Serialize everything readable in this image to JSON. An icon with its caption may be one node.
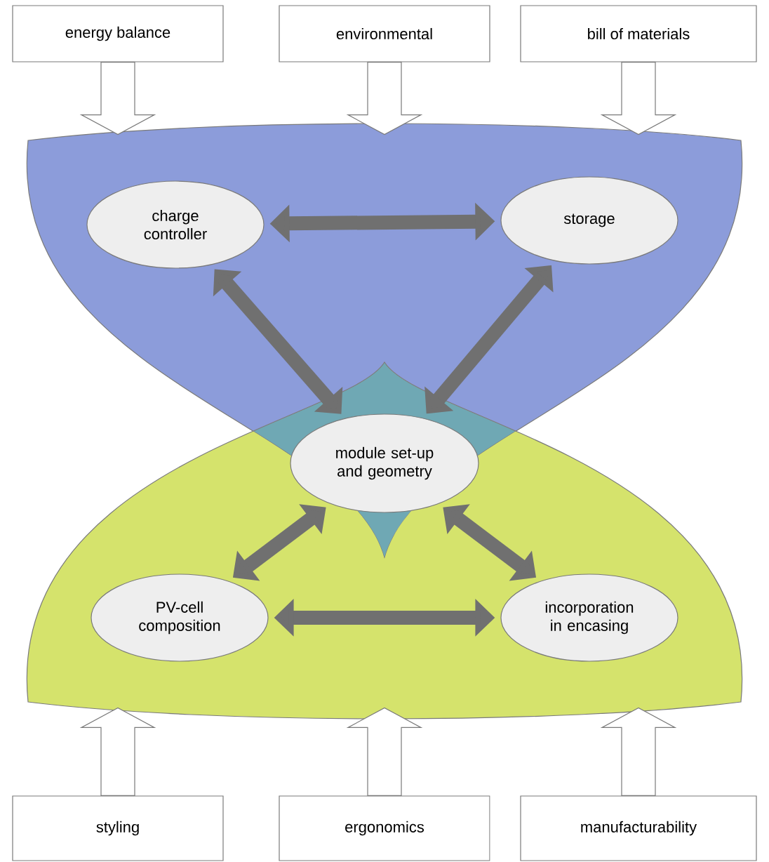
{
  "diagram": {
    "nodes": [
      {
        "text": [
          "energy balance"
        ]
      },
      {
        "text": [
          "environmental"
        ]
      },
      {
        "text": [
          "bill of materials"
        ]
      },
      {
        "text": [],
        "shape": "band"
      },
      {
        "text": [
          "charge controller"
        ],
        "in": 3
      },
      {
        "text": [
          "storage"
        ],
        "in": 3
      },
      {
        "text": [
          "module set-up and geometry"
        ]
      },
      {
        "text": [],
        "shape": "band"
      },
      {
        "text": [
          "PV-cell composition"
        ],
        "in": 7
      },
      {
        "text": [
          "incorporation in encasing"
        ],
        "in": 7
      },
      {
        "text": [
          "styling"
        ]
      },
      {
        "text": [
          "ergonomics"
        ]
      },
      {
        "text": [
          "manufacturability"
        ]
      }
    ],
    "edges": [
      {
        "from": 0,
        "to": 3,
        "arrow": "to",
        "style": "thick"
      },
      {
        "from": 1,
        "to": 3,
        "arrow": "to",
        "style": "thick"
      },
      {
        "from": 2,
        "to": 3,
        "arrow": "to",
        "style": "thick"
      },
      {
        "from": 4,
        "to": 5,
        "arrow": "both"
      },
      {
        "from": 6,
        "to": 4,
        "arrow": "both"
      },
      {
        "from": 6,
        "to": 5,
        "arrow": "both"
      },
      {
        "from": 6,
        "to": 8,
        "arrow": "both"
      },
      {
        "from": 6,
        "to": 9,
        "arrow": "both"
      },
      {
        "from": 8,
        "to": 9,
        "arrow": "both"
      },
      {
        "from": 10,
        "to": 7,
        "arrow": "to",
        "style": "thick"
      },
      {
        "from": 11,
        "to": 7,
        "arrow": "to",
        "style": "thick"
      },
      {
        "from": 12,
        "to": 7,
        "arrow": "to",
        "style": "thick"
      }
    ]
  }
}
